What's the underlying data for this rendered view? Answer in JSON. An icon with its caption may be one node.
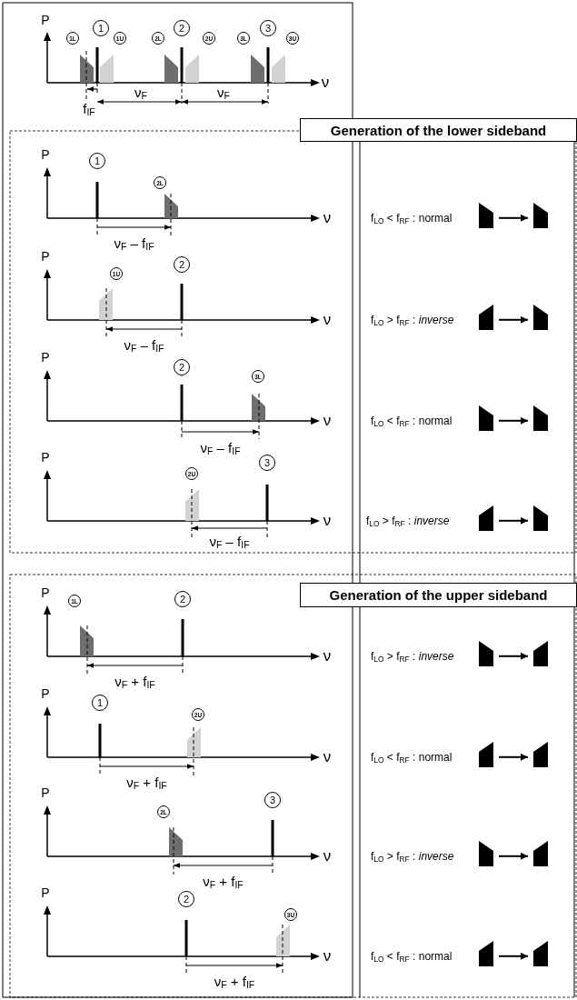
{
  "diagram": {
    "nodes": [
      {
        "text": [
          "1L"
        ]
      },
      {
        "text": [
          "1"
        ]
      },
      {
        "text": [
          "1U"
        ]
      },
      {
        "text": [
          "2L"
        ]
      },
      {
        "text": [
          "2"
        ]
      },
      {
        "text": [
          "2U"
        ]
      },
      {
        "text": [
          "3L"
        ]
      },
      {
        "text": [
          "3"
        ]
      },
      {
        "text": [
          "3U"
        ]
      },
      {
        "text": [
          "Generation of the lower sideband"
        ]
      },
      {
        "text": [
          "1"
        ]
      },
      {
        "text": [
          "2L"
        ]
      },
      {
        "text": [],
        "shape": "box"
      },
      {
        "text": [],
        "shape": "box"
      },
      {
        "text": [
          "1U"
        ]
      },
      {
        "text": [
          "2"
        ]
      },
      {
        "text": [],
        "shape": "box"
      },
      {
        "text": [],
        "shape": "box"
      },
      {
        "text": [
          "2"
        ]
      },
      {
        "text": [
          "3L"
        ]
      },
      {
        "text": [],
        "shape": "box"
      },
      {
        "text": [],
        "shape": "box"
      },
      {
        "text": [
          "2U"
        ]
      },
      {
        "text": [
          "3"
        ]
      },
      {
        "text": [],
        "shape": "box"
      },
      {
        "text": [],
        "shape": "box"
      },
      {
        "text": [
          "Generation of the upper sideband"
        ]
      },
      {
        "text": [
          "1L"
        ]
      },
      {
        "text": [
          "2"
        ]
      },
      {
        "text": [],
        "shape": "box"
      },
      {
        "text": [],
        "shape": "box"
      },
      {
        "text": [
          "1"
        ]
      },
      {
        "text": [
          "2U"
        ]
      },
      {
        "text": [],
        "shape": "box"
      },
      {
        "text": [],
        "shape": "box"
      },
      {
        "text": [
          "2L"
        ]
      },
      {
        "text": [
          "3"
        ]
      },
      {
        "text": [],
        "shape": "box"
      },
      {
        "text": [],
        "shape": "box"
      },
      {
        "text": [
          "2"
        ]
      },
      {
        "text": [
          "3U"
        ]
      },
      {
        "text": [],
        "shape": "box"
      },
      {
        "text": [],
        "shape": "box"
      }
    ],
    "edges": [
      {
        "from": 12,
        "to": 13,
        "arrow": "to"
      },
      {
        "from": 16,
        "to": 17,
        "arrow": "to"
      },
      {
        "from": 20,
        "to": 21,
        "arrow": "to"
      },
      {
        "from": 24,
        "to": 25,
        "arrow": "to"
      },
      {
        "from": 29,
        "to": 30,
        "arrow": "to"
      },
      {
        "from": 33,
        "to": 34,
        "arrow": "to"
      },
      {
        "from": 37,
        "to": 38,
        "arrow": "to"
      },
      {
        "from": 41,
        "to": 42,
        "arrow": "to"
      }
    ],
    "labels": [
      "P",
      "ν",
      "ν$_{F}$",
      "ν$_{F}$",
      "f$_{IF}$",
      "P",
      "ν",
      "f$_{LO}$ < f$_{RF}$ : normal",
      "ν$_{F}$ – f$_{IF}$",
      "P",
      "ν",
      "f$_{LO}$ > f$_{RF}$ : *inverse*",
      "ν$_{F}$ – f$_{IF}$",
      "P",
      "ν",
      "f$_{LO}$ < f$_{RF}$ : normal",
      "ν$_{F}$ – f$_{IF}$",
      "P",
      "ν",
      "f$_{LO}$ > f$_{RF}$ : *inverse*",
      "ν$_{F}$ – f$_{IF}$",
      "P",
      "ν",
      "f$_{LO}$ > f$_{RF}$ : *inverse*",
      "ν$_{F}$ + f$_{IF}$",
      "P",
      "ν",
      "f$_{LO}$ < f$_{RF}$ : normal",
      "ν$_{F}$ + f$_{IF}$",
      "P",
      "ν",
      "f$_{LO}$ > f$_{RF}$ : *inverse*",
      "ν$_{F}$ + f$_{IF}$",
      "P",
      "ν",
      "f$_{LO}$ < f$_{RF}$ : normal",
      "ν$_{F}$ + f$_{IF}$"
    ]
  }
}
